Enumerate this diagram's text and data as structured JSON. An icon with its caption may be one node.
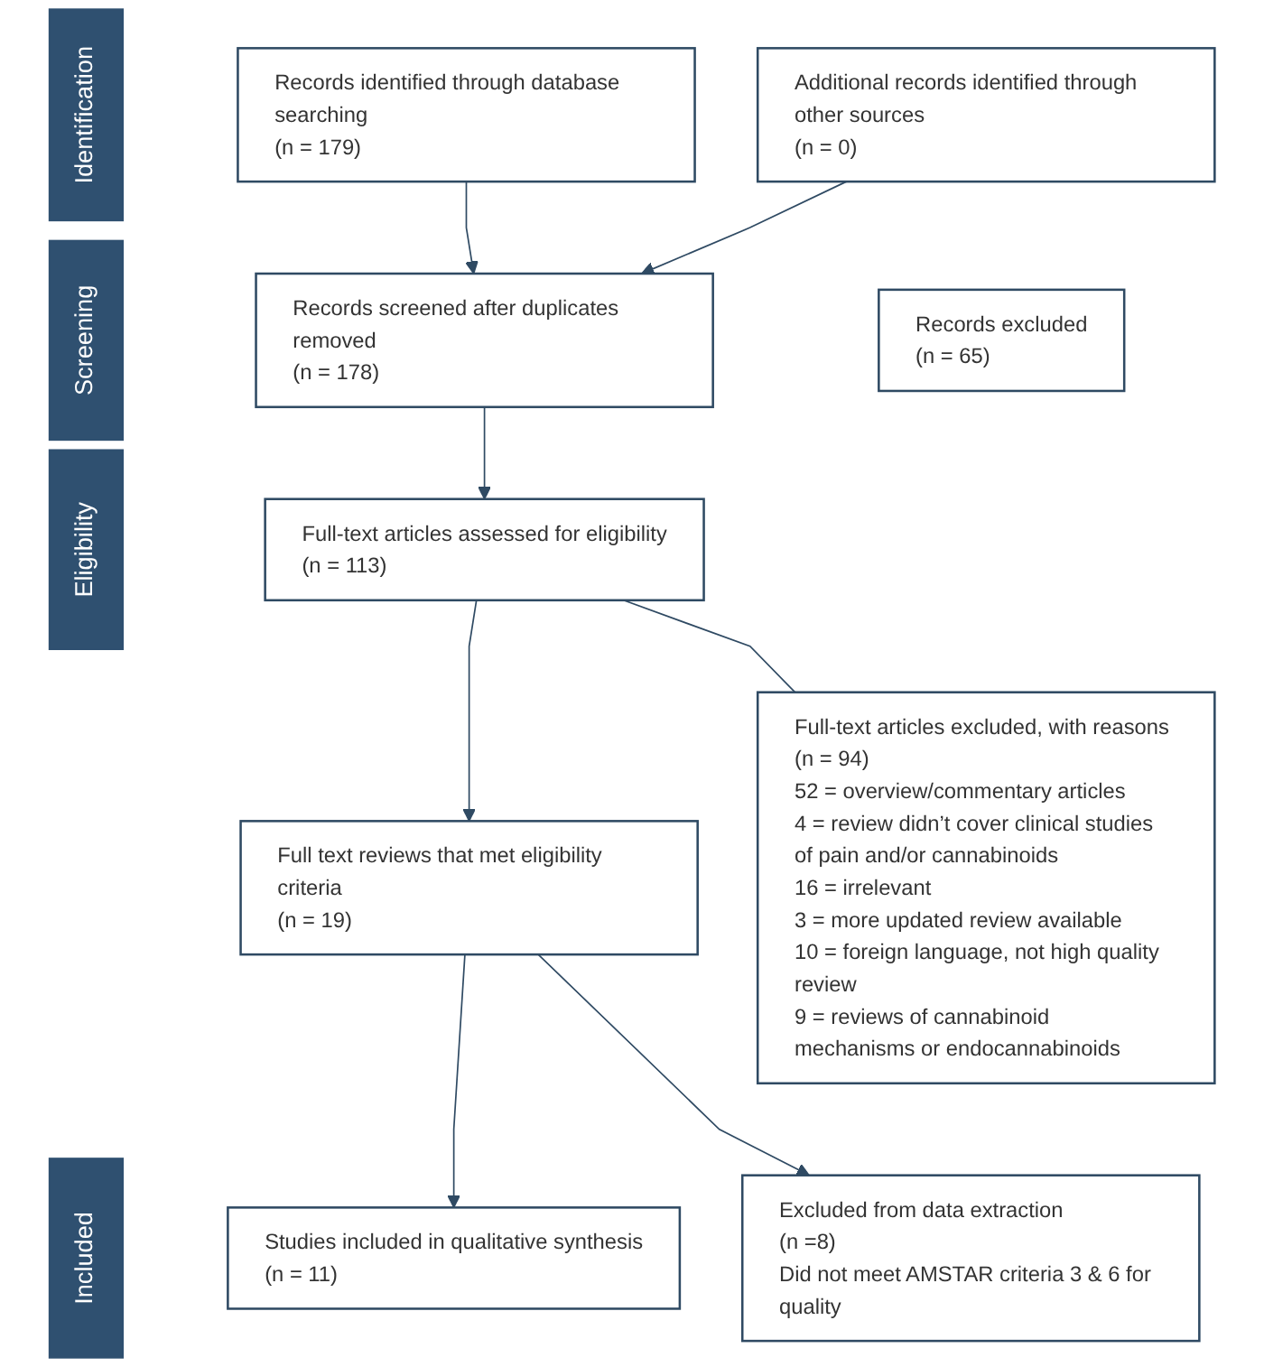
{
  "diagram": {
    "nodes": [
      {
        "text": [
          "Identification"
        ]
      },
      {
        "text": [
          "Records identified through database searching",
          "(n = 179)"
        ]
      },
      {
        "text": [
          "Additional records identified through other sources",
          "(n = 0)"
        ]
      },
      {
        "text": [
          "Screening"
        ]
      },
      {
        "text": [
          "Records screened after duplicates removed",
          "(n = 178)"
        ]
      },
      {
        "text": [
          "Records excluded",
          "(n = 65)"
        ]
      },
      {
        "text": [
          "Full-text articles excluded, with reasons",
          "(n = 94)",
          "52 = overview/commentary articles",
          "4 = review didn’t cover clinical studies of pain and/or cannabinoids",
          "16 = irrelevant",
          "3 = more updated review available",
          "10 = foreign language, not high quality review",
          "9 = reviews of cannabinoid mechanisms or endocannabinoids"
        ]
      },
      {
        "text": [
          "Eligibility"
        ]
      },
      {
        "text": [
          "Full-text articles assessed for eligibility",
          "(n = 113)"
        ]
      },
      {
        "text": [
          "Full text reviews that met eligibility criteria",
          "(n = 19)"
        ]
      },
      {
        "text": [
          "Included"
        ]
      },
      {
        "text": [
          "Studies included in qualitative synthesis",
          "(n = 11)"
        ]
      },
      {
        "text": [
          "Excluded from data extraction",
          "(n =8)",
          "Did not meet AMSTAR criteria 3 & 6 for quality"
        ]
      }
    ],
    "edges": [
      {
        "from": 1,
        "to": 4,
        "arrow": "to"
      },
      {
        "from": 2,
        "to": 4,
        "arrow": "to"
      },
      {
        "from": 4,
        "to": 8,
        "arrow": "to"
      },
      {
        "from": 8,
        "to": 9,
        "arrow": "to"
      },
      {
        "from": 8,
        "to": 6,
        "arrow": "none"
      },
      {
        "from": 9,
        "to": 11,
        "arrow": "to"
      },
      {
        "from": 9,
        "to": 12,
        "arrow": "to"
      }
    ]
  }
}
